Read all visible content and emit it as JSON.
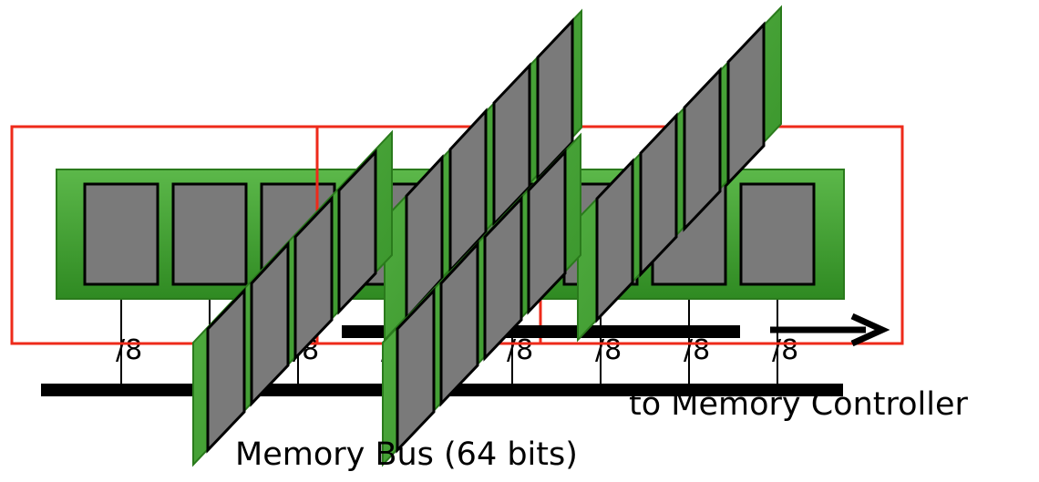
{
  "colors": {
    "module_green": "#3a9a2a",
    "module_green_light": "#5cb84a",
    "chip_gray": "#7a7a7a",
    "outline_red": "#ee2a1a",
    "bus_black": "#000000"
  },
  "labels": {
    "width_marks": [
      "/8",
      "/8",
      "/8",
      "/8",
      "/8",
      "/8",
      "/8",
      "/8"
    ],
    "controller": "to Memory Controller",
    "bus": "Memory Bus (64 bits)"
  }
}
